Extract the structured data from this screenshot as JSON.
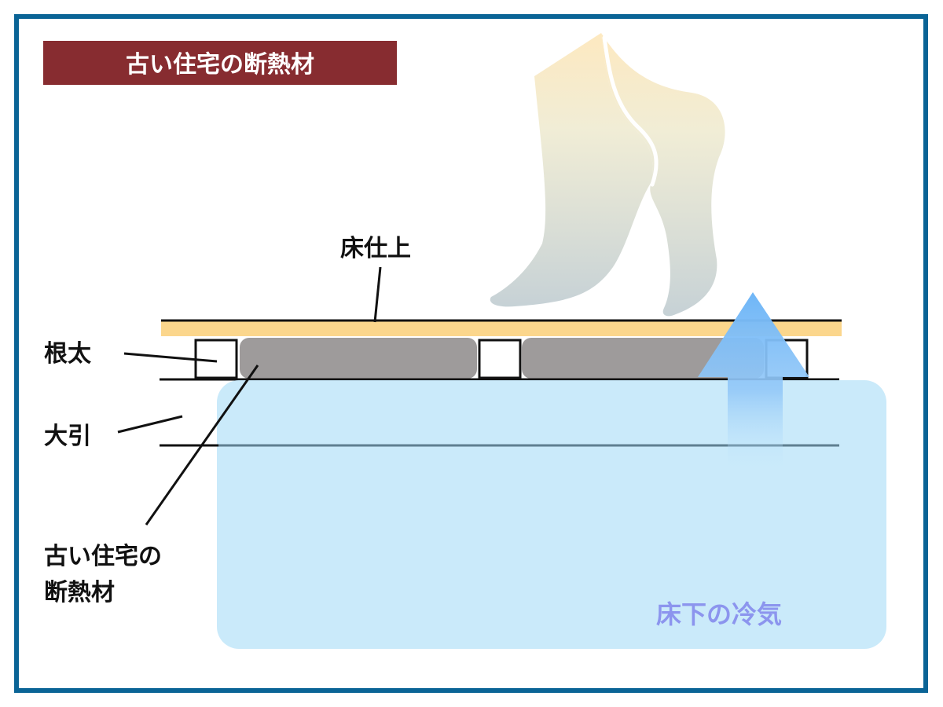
{
  "title": "古い住宅の断熱材",
  "labels": {
    "floor_finish": "床仕上",
    "joist": "根太",
    "sleeper": "大引",
    "insulation_line1": "古い住宅の",
    "insulation_line2": "断熱材",
    "cold_air": "床下の冷気"
  },
  "colors": {
    "frame": "#0a6496",
    "title_bg": "#872c30",
    "title_text": "#ffffff",
    "floor_finish": "#fbd68c",
    "insulation": "#9e9b9b",
    "cold_zone": "#c5e8fa",
    "cold_text": "#8c95ee",
    "arrow": "#7ab8f5"
  }
}
